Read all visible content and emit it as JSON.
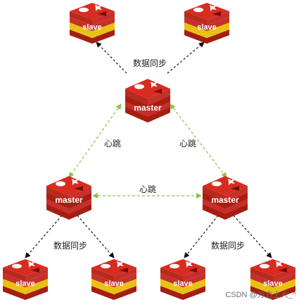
{
  "nodes": {
    "master_top": "master",
    "master_left": "master",
    "master_right": "master",
    "slave_top_left": "slave",
    "slave_top_right": "slave",
    "slave_bottom_1": "slave",
    "slave_bottom_2": "slave",
    "slave_bottom_3": "slave",
    "slave_bottom_4": "slave"
  },
  "edges": {
    "sync_top": "数据同步",
    "heartbeat_left": "心跳",
    "heartbeat_right": "心跳",
    "heartbeat_middle": "心跳",
    "sync_bottom_left": "数据同步",
    "sync_bottom_right": "数据同步"
  },
  "watermark": "CSDN @方方土人_^",
  "colors": {
    "redis_red": "#d82c20",
    "redis_dark": "#a41e11",
    "slave_band": "#e8c213",
    "heartbeat_line": "#8bc34a",
    "sync_line": "#111111"
  },
  "icons": {
    "node_icon": "redis-cube-icon"
  }
}
